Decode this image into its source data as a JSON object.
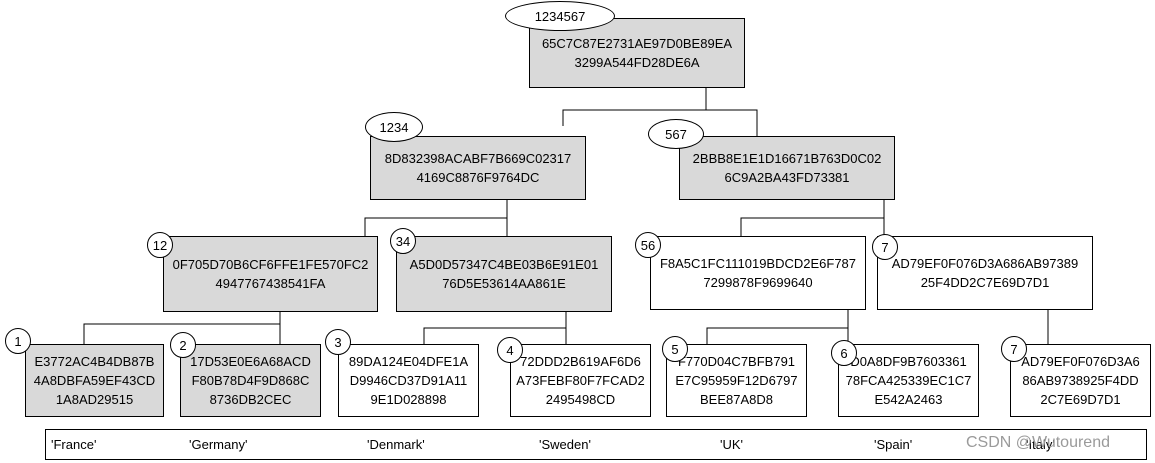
{
  "nodes": {
    "root": {
      "badge": "1234567",
      "lines": [
        "65C7C87E2731AE97D0BE89EA",
        "3299A544FD28DE6A"
      ]
    },
    "n1234": {
      "badge": "1234",
      "lines": [
        "8D832398ACABF7B669C02317",
        "4169C8876F9764DC"
      ]
    },
    "n567": {
      "badge": "567",
      "lines": [
        "2BBB8E1E1D16671B763D0C02",
        "6C9A2BA43FD73381"
      ]
    },
    "n12": {
      "badge": "12",
      "lines": [
        "0F705D70B6CF6FFE1FE570FC2",
        "4947767438541FA"
      ]
    },
    "n34": {
      "badge": "34",
      "lines": [
        "A5D0D57347C4BE03B6E91E01",
        "76D5E53614AA861E"
      ]
    },
    "n56": {
      "badge": "56",
      "lines": [
        "F8A5C1FC111019BDCD2E6F787",
        "7299878F9699640"
      ]
    },
    "n7a": {
      "badge": "7",
      "lines": [
        "AD79EF0F076D3A686AB97389",
        "25F4DD2C7E69D7D1"
      ]
    },
    "n1": {
      "badge": "1",
      "lines": [
        "E3772AC4B4DB87B",
        "4A8DBFA59EF43CD",
        "1A8AD29515"
      ]
    },
    "n2": {
      "badge": "2",
      "lines": [
        "17D53E0E6A68ACD",
        "F80B78D4F9D868C",
        "8736DB2CEC"
      ]
    },
    "n3": {
      "badge": "3",
      "lines": [
        "89DA124E04DFE1A",
        "D9946CD37D91A11",
        "9E1D028898"
      ]
    },
    "n4": {
      "badge": "4",
      "lines": [
        "72DDD2B619AF6D6",
        "A73FEBF80F7FCAD2",
        "2495498CD"
      ]
    },
    "n5": {
      "badge": "5",
      "lines": [
        "F770D04C7BFB791",
        "E7C95959F12D6797",
        "BEE87A8D8"
      ]
    },
    "n6": {
      "badge": "6",
      "lines": [
        "D0A8DF9B7603361",
        "78FCA425339EC1C7",
        "E542A2463"
      ]
    },
    "n7b": {
      "badge": "7",
      "lines": [
        "AD79EF0F076D3A6",
        "86AB9738925F4DD",
        "2C7E69D7D1"
      ]
    }
  },
  "countries": [
    "'France'",
    "'Germany'",
    "'Denmark'",
    "'Sweden'",
    "'UK'",
    "'Spain'",
    "'Italy'"
  ],
  "watermark": "CSDN @Wutourend",
  "colors": {
    "highlight_fill": "#d9d9d9",
    "normal_fill": "#ffffff",
    "watermark": "#9a9a9a"
  }
}
